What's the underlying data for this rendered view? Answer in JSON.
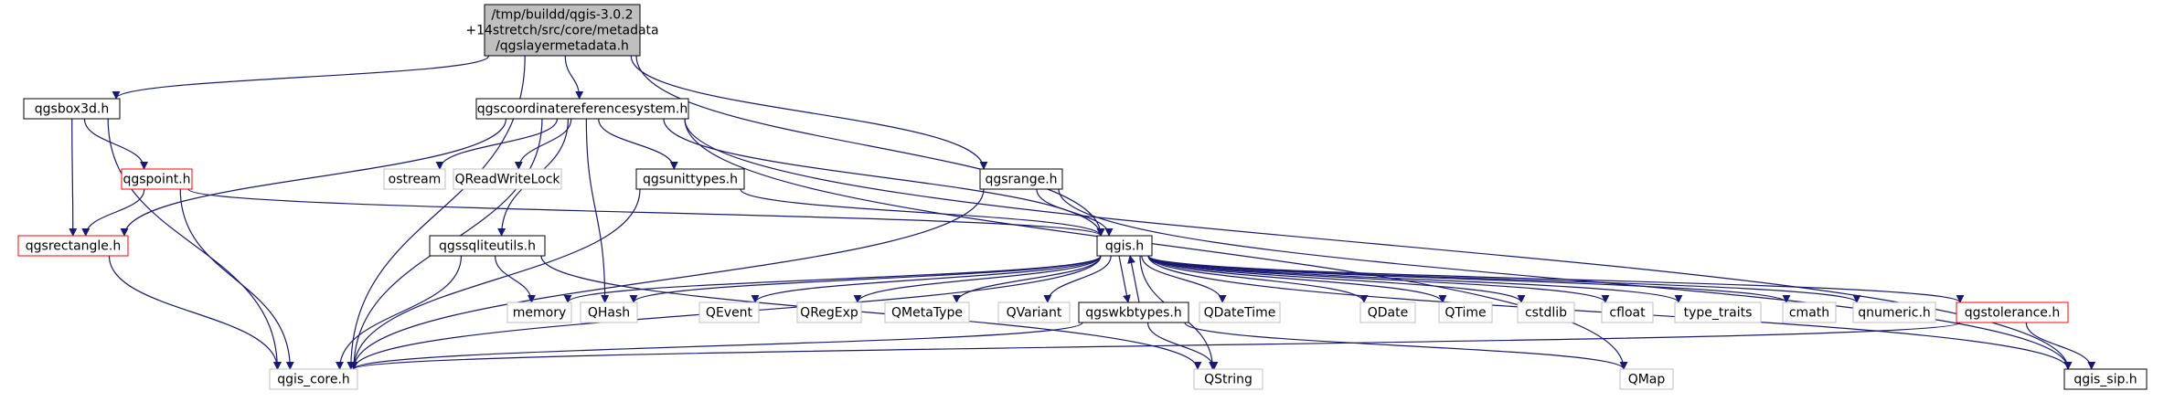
{
  "colors": {
    "edge": "#191970",
    "focus_fill": "#bfbfbf",
    "focus_border": "#000000",
    "normal_border": "#000000",
    "truncated_border": "#ff0000",
    "external_border": "#bfbfbf",
    "external_text": "#7f7f7f",
    "text": "#000000"
  },
  "nodes": [
    {
      "id": "qgslayermetadata",
      "kind": "focus",
      "lines": [
        "/tmp/buildd/qgis-3.0.2",
        "+14stretch/src/core/metadata",
        "/qgslayermetadata.h"
      ]
    },
    {
      "id": "qgsbox3d",
      "kind": "normal",
      "lines": [
        "qgsbox3d.h"
      ]
    },
    {
      "id": "qgscoordinatereferencesystem",
      "kind": "normal",
      "lines": [
        "qgscoordinatereferencesystem.h"
      ]
    },
    {
      "id": "qgspoint",
      "kind": "truncated",
      "lines": [
        "qgspoint.h"
      ]
    },
    {
      "id": "ostream",
      "kind": "external",
      "lines": [
        "ostream"
      ]
    },
    {
      "id": "qreadwritelock",
      "kind": "external",
      "lines": [
        "QReadWriteLock"
      ]
    },
    {
      "id": "qgsunittypes",
      "kind": "normal",
      "lines": [
        "qgsunittypes.h"
      ]
    },
    {
      "id": "qgsrange",
      "kind": "normal",
      "lines": [
        "qgsrange.h"
      ]
    },
    {
      "id": "qgsrectangle",
      "kind": "truncated",
      "lines": [
        "qgsrectangle.h"
      ]
    },
    {
      "id": "qgssqliteutils",
      "kind": "normal",
      "lines": [
        "qgssqliteutils.h"
      ]
    },
    {
      "id": "qgis",
      "kind": "normal",
      "lines": [
        "qgis.h"
      ]
    },
    {
      "id": "memory",
      "kind": "external",
      "lines": [
        "memory"
      ]
    },
    {
      "id": "qhash",
      "kind": "external",
      "lines": [
        "QHash"
      ]
    },
    {
      "id": "qevent",
      "kind": "external",
      "lines": [
        "QEvent"
      ]
    },
    {
      "id": "qregexp",
      "kind": "external",
      "lines": [
        "QRegExp"
      ]
    },
    {
      "id": "qmetatype",
      "kind": "external",
      "lines": [
        "QMetaType"
      ]
    },
    {
      "id": "qvariant",
      "kind": "external",
      "lines": [
        "QVariant"
      ]
    },
    {
      "id": "qgswkbtypes",
      "kind": "normal",
      "lines": [
        "qgswkbtypes.h"
      ]
    },
    {
      "id": "qdatetime",
      "kind": "external",
      "lines": [
        "QDateTime"
      ]
    },
    {
      "id": "qdate",
      "kind": "external",
      "lines": [
        "QDate"
      ]
    },
    {
      "id": "qtime",
      "kind": "external",
      "lines": [
        "QTime"
      ]
    },
    {
      "id": "cstdlib",
      "kind": "external",
      "lines": [
        "cstdlib"
      ]
    },
    {
      "id": "cfloat",
      "kind": "external",
      "lines": [
        "cfloat"
      ]
    },
    {
      "id": "type_traits",
      "kind": "external",
      "lines": [
        "type_traits"
      ]
    },
    {
      "id": "cmath",
      "kind": "external",
      "lines": [
        "cmath"
      ]
    },
    {
      "id": "qnumeric",
      "kind": "external",
      "lines": [
        "qnumeric.h"
      ]
    },
    {
      "id": "qgstolerance",
      "kind": "truncated",
      "lines": [
        "qgstolerance.h"
      ]
    },
    {
      "id": "qgis_core",
      "kind": "external",
      "lines": [
        "qgis_core.h"
      ]
    },
    {
      "id": "qstring",
      "kind": "external",
      "lines": [
        "QString"
      ]
    },
    {
      "id": "qmap",
      "kind": "external",
      "lines": [
        "QMap"
      ]
    },
    {
      "id": "qgis_sip",
      "kind": "normal",
      "lines": [
        "qgis_sip.h"
      ]
    }
  ],
  "edges": [
    [
      "qgslayermetadata",
      "qgsbox3d"
    ],
    [
      "qgslayermetadata",
      "qgscoordinatereferencesystem"
    ],
    [
      "qgslayermetadata",
      "qgsrange"
    ],
    [
      "qgslayermetadata",
      "qgis_core"
    ],
    [
      "qgslayermetadata",
      "qgis"
    ],
    [
      "qgsbox3d",
      "qgspoint"
    ],
    [
      "qgsbox3d",
      "qgsrectangle"
    ],
    [
      "qgsbox3d",
      "qgis_core"
    ],
    [
      "qgspoint",
      "qgsrectangle"
    ],
    [
      "qgspoint",
      "qgis_core"
    ],
    [
      "qgspoint",
      "qgis"
    ],
    [
      "qgsrectangle",
      "qgis_core"
    ],
    [
      "qgscoordinatereferencesystem",
      "ostream"
    ],
    [
      "qgscoordinatereferencesystem",
      "qreadwritelock"
    ],
    [
      "qgscoordinatereferencesystem",
      "qgsunittypes"
    ],
    [
      "qgscoordinatereferencesystem",
      "qgsrectangle"
    ],
    [
      "qgscoordinatereferencesystem",
      "qgssqliteutils"
    ],
    [
      "qgscoordinatereferencesystem",
      "qhash"
    ],
    [
      "qgscoordinatereferencesystem",
      "qgis"
    ],
    [
      "qgscoordinatereferencesystem",
      "qgis_core"
    ],
    [
      "qgscoordinatereferencesystem",
      "qmap"
    ],
    [
      "qgscoordinatereferencesystem",
      "qgis_sip"
    ],
    [
      "qgsunittypes",
      "qgis"
    ],
    [
      "qgsunittypes",
      "qgis_core"
    ],
    [
      "qgsrange",
      "qgis"
    ],
    [
      "qgsrange",
      "qgis_core"
    ],
    [
      "qgsrange",
      "qgis_sip"
    ],
    [
      "qgssqliteutils",
      "memory"
    ],
    [
      "qgssqliteutils",
      "qgis_core"
    ],
    [
      "qgssqliteutils",
      "qstring"
    ],
    [
      "qgis",
      "memory"
    ],
    [
      "qgis",
      "qhash"
    ],
    [
      "qgis",
      "qevent"
    ],
    [
      "qgis",
      "qregexp"
    ],
    [
      "qgis",
      "qmetatype"
    ],
    [
      "qgis",
      "qvariant"
    ],
    [
      "qgis",
      "qgswkbtypes"
    ],
    [
      "qgis",
      "qdatetime"
    ],
    [
      "qgis",
      "qdate"
    ],
    [
      "qgis",
      "qtime"
    ],
    [
      "qgis",
      "cstdlib"
    ],
    [
      "qgis",
      "cfloat"
    ],
    [
      "qgis",
      "type_traits"
    ],
    [
      "qgis",
      "cmath"
    ],
    [
      "qgis",
      "qnumeric"
    ],
    [
      "qgis",
      "qgstolerance"
    ],
    [
      "qgis",
      "qgis_core"
    ],
    [
      "qgis",
      "qstring"
    ],
    [
      "qgis",
      "qgis_sip"
    ],
    [
      "qgswkbtypes",
      "qgis"
    ],
    [
      "qgswkbtypes",
      "qgis_core"
    ],
    [
      "qgswkbtypes",
      "qstring"
    ],
    [
      "qgswkbtypes",
      "qmap"
    ],
    [
      "qgstolerance",
      "qgis_core"
    ],
    [
      "qgstolerance",
      "qgis_sip"
    ]
  ]
}
